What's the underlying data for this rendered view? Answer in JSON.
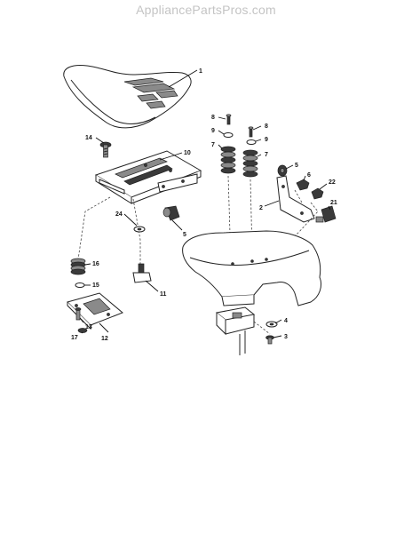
{
  "header": {
    "watermark": "AppliancePartsPros.com"
  },
  "callouts": [
    "1",
    "2",
    "3",
    "4",
    "5",
    "5",
    "6",
    "7",
    "7",
    "8",
    "8",
    "9",
    "9",
    "10",
    "11",
    "12",
    "13",
    "14",
    "15",
    "16",
    "17",
    "21",
    "22",
    "24"
  ]
}
